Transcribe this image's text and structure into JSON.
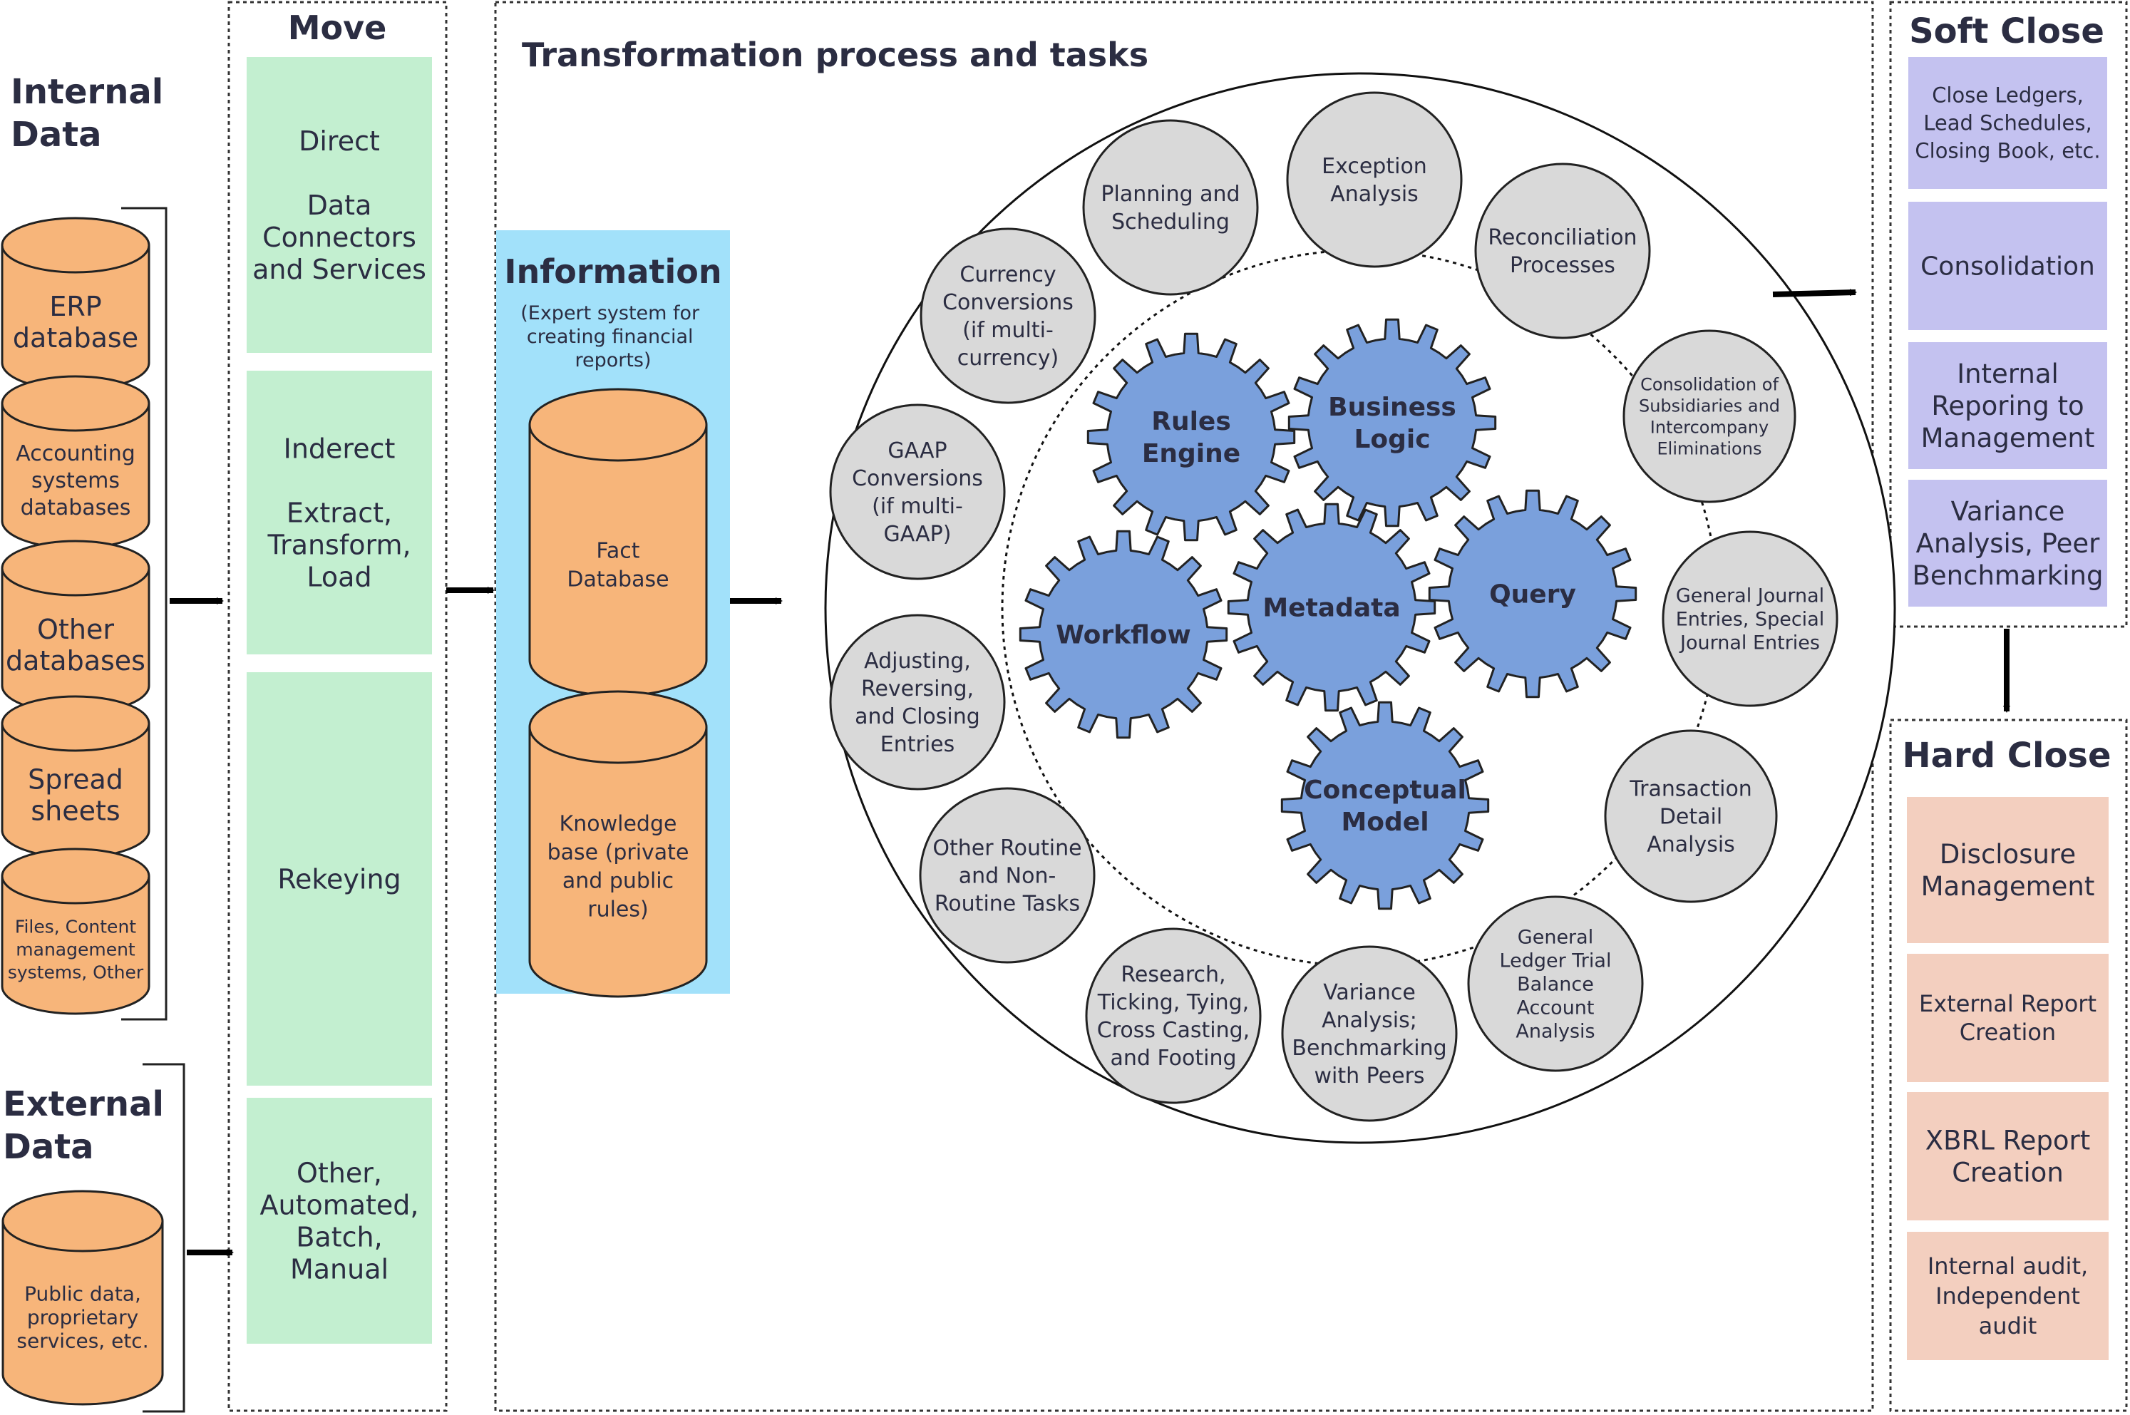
{
  "internal_data": {
    "heading": [
      "Internal",
      "Data"
    ],
    "cylinders": [
      [
        "ERP",
        "database"
      ],
      [
        "Accounting",
        "systems",
        "databases"
      ],
      [
        "Other",
        "databases"
      ],
      [
        "Spread",
        "sheets"
      ],
      [
        "Files, Content",
        "management",
        "systems, Other"
      ]
    ]
  },
  "external_data": {
    "heading": [
      "External",
      "Data"
    ],
    "cylinders": [
      [
        "Public data,",
        "proprietary",
        "services, etc."
      ]
    ]
  },
  "move": {
    "title": "Move",
    "boxes": [
      [
        "Direct",
        "",
        "Data",
        "Connectors",
        "and Services"
      ],
      [
        "Inderect",
        "",
        "Extract,",
        "Transform,",
        "Load"
      ],
      [
        "Rekeying"
      ],
      [
        "Other,",
        "Automated,",
        "Batch,",
        "Manual"
      ]
    ]
  },
  "information": {
    "title": "Information",
    "subtitle": [
      "(Expert system for",
      "creating financial",
      "reports)"
    ],
    "cylinders": [
      [
        "Fact",
        "Database"
      ],
      [
        "Knowledge",
        "base (private",
        "and public",
        "rules)"
      ]
    ]
  },
  "transformation": {
    "title": "Transformation process and tasks",
    "gears": [
      [
        "Rules",
        "Engine"
      ],
      [
        "Business",
        "Logic"
      ],
      [
        "Workflow"
      ],
      [
        "Metadata"
      ],
      [
        "Query"
      ],
      [
        "Conceptual",
        "Model"
      ]
    ],
    "tasks": [
      [
        "Planning and",
        "Scheduling"
      ],
      [
        "Exception",
        "Analysis"
      ],
      [
        "Reconciliation",
        "Processes"
      ],
      [
        "Currency",
        "Conversions",
        "(if multi-",
        "currency)"
      ],
      [
        "Consolidation of",
        "Subsidiaries and",
        "Intercompany",
        "Eliminations"
      ],
      [
        "GAAP",
        "Conversions",
        "(if multi-",
        "GAAP)"
      ],
      [
        "General Journal",
        "Entries, Special",
        "Journal Entries"
      ],
      [
        "Adjusting,",
        "Reversing,",
        "and Closing",
        "Entries"
      ],
      [
        "Transaction",
        "Detail",
        "Analysis"
      ],
      [
        "Other Routine",
        "and Non-",
        "Routine Tasks"
      ],
      [
        "General",
        "Ledger Trial",
        "Balance",
        "Account",
        "Analysis"
      ],
      [
        "Research,",
        "Ticking, Tying,",
        "Cross Casting,",
        "and Footing"
      ],
      [
        "Variance",
        "Analysis;",
        "Benchmarking",
        "with Peers"
      ]
    ]
  },
  "soft_close": {
    "title": "Soft Close",
    "boxes": [
      [
        "Close Ledgers,",
        "Lead Schedules,",
        "Closing Book, etc."
      ],
      [
        "Consolidation"
      ],
      [
        "Internal",
        "Reporing to",
        "Management"
      ],
      [
        "Variance",
        "Analysis, Peer",
        "Benchmarking"
      ]
    ]
  },
  "hard_close": {
    "title": "Hard Close",
    "boxes": [
      [
        "Disclosure",
        "Management"
      ],
      [
        "External Report",
        "Creation"
      ],
      [
        "XBRL Report",
        "Creation"
      ],
      [
        "Internal audit,",
        "Independent",
        "audit"
      ]
    ]
  },
  "colors": {
    "text": "#2b2d42",
    "cylinder": "#f7b57a",
    "move_box": "#c3efd0",
    "info_panel": "#a2e1fa",
    "gear": "#7aa0dc",
    "task_circle": "#d9d9d9",
    "soft_box": "#c4c2f0",
    "hard_box": "#f3cfbf"
  }
}
